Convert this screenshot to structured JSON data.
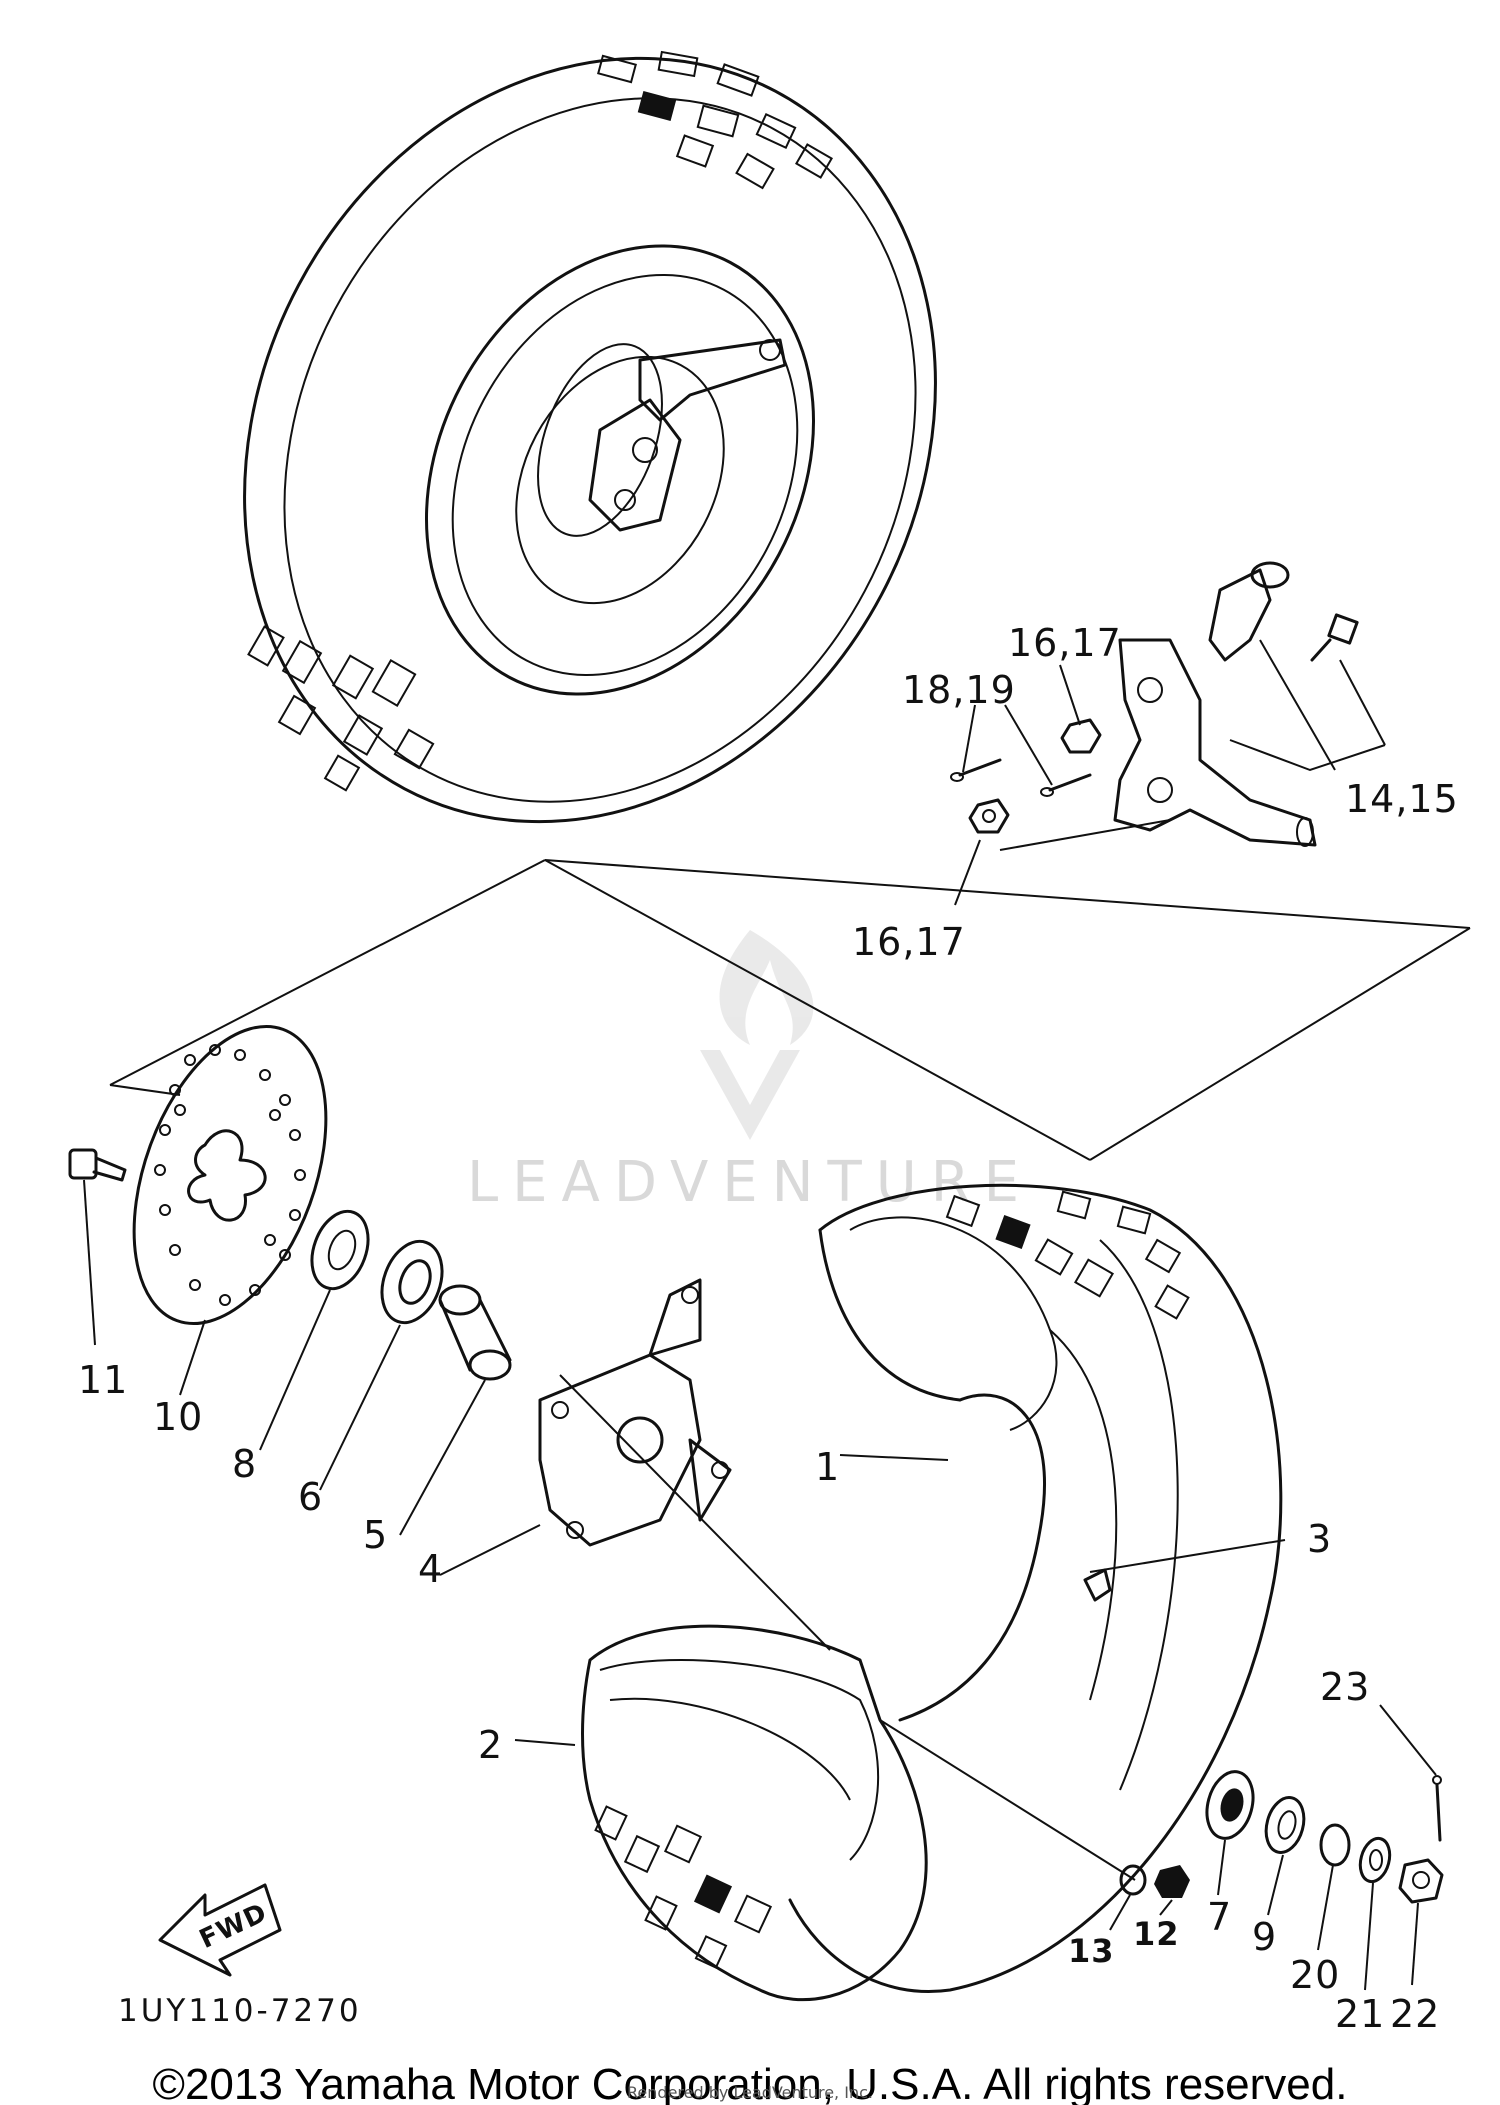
{
  "diagram": {
    "code": "1UY110-7270",
    "watermark_text": "LEADVENTURE",
    "direction_label": "FWD",
    "callouts": [
      {
        "id": "c1",
        "text": "1"
      },
      {
        "id": "c2",
        "text": "2"
      },
      {
        "id": "c3",
        "text": "3"
      },
      {
        "id": "c4",
        "text": "4"
      },
      {
        "id": "c5",
        "text": "5"
      },
      {
        "id": "c6",
        "text": "6"
      },
      {
        "id": "c7",
        "text": "7"
      },
      {
        "id": "c8",
        "text": "8"
      },
      {
        "id": "c9",
        "text": "9"
      },
      {
        "id": "c10",
        "text": "10"
      },
      {
        "id": "c11",
        "text": "11"
      },
      {
        "id": "c12",
        "text": "12"
      },
      {
        "id": "c13",
        "text": "13"
      },
      {
        "id": "c14",
        "text": "14,15"
      },
      {
        "id": "c16a",
        "text": "16,17"
      },
      {
        "id": "c16b",
        "text": "16,17"
      },
      {
        "id": "c18",
        "text": "18,19"
      },
      {
        "id": "c20",
        "text": "20"
      },
      {
        "id": "c21",
        "text": "21"
      },
      {
        "id": "c22",
        "text": "22"
      },
      {
        "id": "c23",
        "text": "23"
      }
    ]
  },
  "footer": {
    "copyright": "©2013 Yamaha Motor Corporation, U.S.A. All rights reserved.",
    "rendered_by": "Rendered by LeadVenture, Inc."
  }
}
